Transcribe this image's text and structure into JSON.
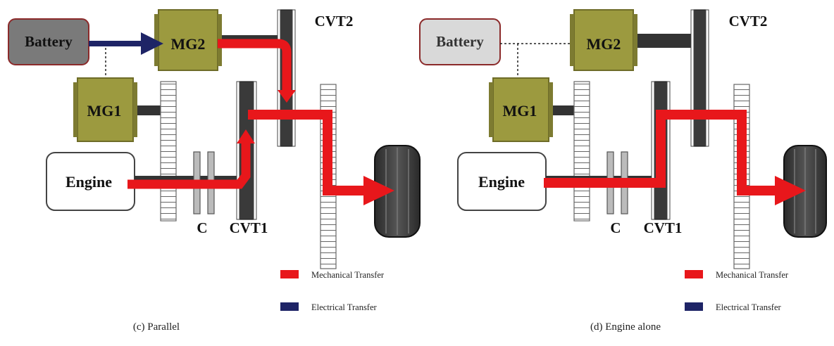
{
  "colors": {
    "mechanical": "#e8171b",
    "electrical": "#1e2466",
    "motor_fill": "#9c9a3f",
    "battery_fill": "#7a7a7a",
    "battery_border": "#8b2a2a"
  },
  "panels": [
    {
      "caption": "(c) Parallel",
      "labels": {
        "battery": "Battery",
        "mg1": "MG1",
        "mg2": "MG2",
        "engine": "Engine",
        "cvt1": "CVT1",
        "cvt2": "CVT2",
        "clutch": "C"
      },
      "legend": {
        "mechanical": "Mechanical Transfer",
        "electrical": "Electrical Transfer"
      },
      "battery_to_mg2_flow": "electrical"
    },
    {
      "caption": "(d) Engine alone",
      "labels": {
        "battery": "Battery",
        "mg1": "MG1",
        "mg2": "MG2",
        "engine": "Engine",
        "cvt1": "CVT1",
        "cvt2": "CVT2",
        "clutch": "C"
      },
      "legend": {
        "mechanical": "Mechanical Transfer",
        "electrical": "Electrical Transfer"
      },
      "battery_to_mg2_flow": "none"
    }
  ]
}
